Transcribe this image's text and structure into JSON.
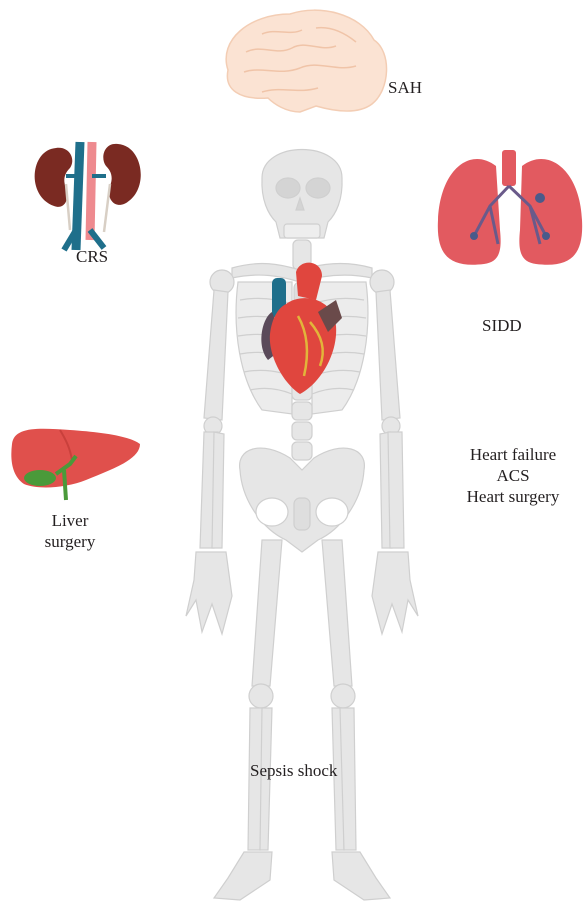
{
  "labels": {
    "sah": "SAH",
    "crs": "CRS",
    "sidd": "SIDD",
    "heart": [
      "Heart failure",
      "ACS",
      "Heart surgery"
    ],
    "liver": [
      "Liver",
      "surgery"
    ],
    "sepsis": "Sepsis shock"
  },
  "organs": {
    "brain": "brain-icon",
    "kidneys": "kidneys-icon",
    "lungs": "lungs-icon",
    "heart": "heart-icon",
    "liver": "liver-icon",
    "skeleton": "skeleton-icon"
  },
  "colors": {
    "bone": "#e6e6e6",
    "bone_edge": "#cfcfcf",
    "brain": "#fbe3d3",
    "kidney": "#7a2a22",
    "vein": "#1f6f8b",
    "artery": "#ee8a8f",
    "lung": "#e25a60",
    "heart": "#e0463e",
    "liver": "#e0504c",
    "gallbladder": "#4a9a3a",
    "text": "#231f20"
  }
}
